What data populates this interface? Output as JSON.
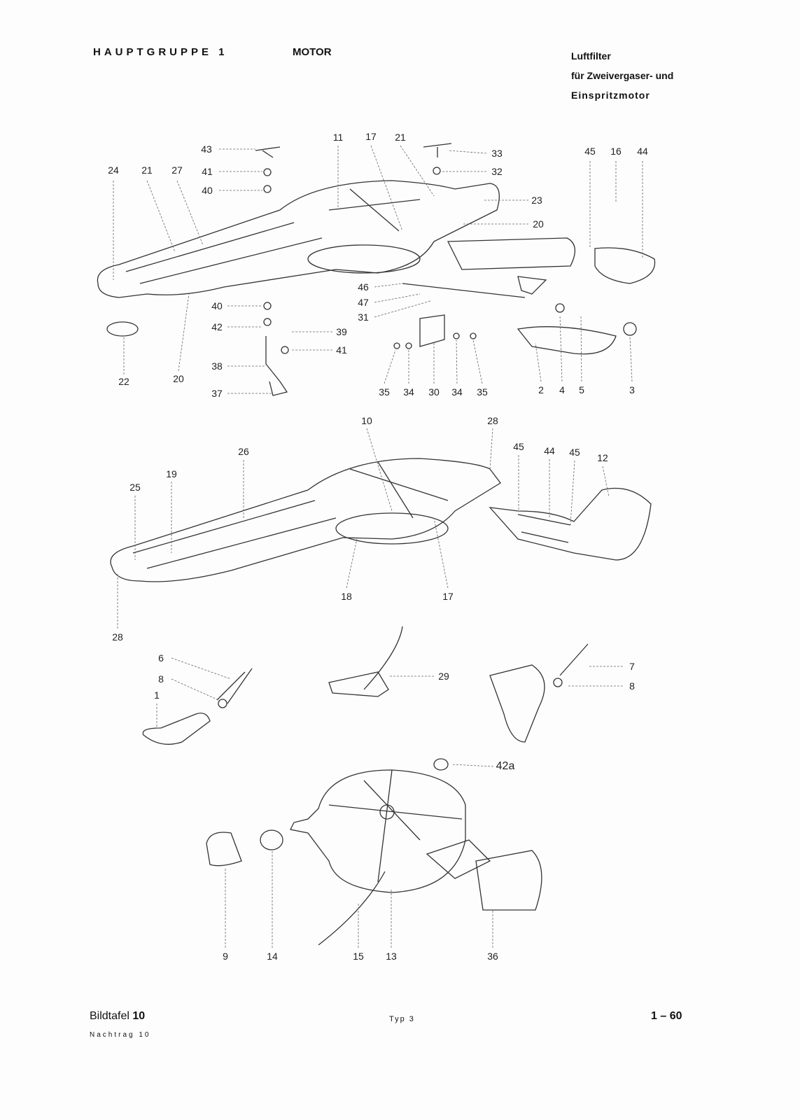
{
  "header": {
    "group": "HAUPTGRUPPE 1",
    "section": "MOTOR",
    "title_lines": [
      "Luftfilter",
      "für Zweivergaser- und",
      "Einspritzmotor"
    ]
  },
  "footer": {
    "plate_label": "Bildtafel",
    "plate_number": "10",
    "supplement": "Nachtrag   10",
    "type": "Typ 3",
    "page": "1 – 60"
  },
  "callouts": {
    "top": [
      "43",
      "41",
      "40",
      "24",
      "21",
      "27",
      "11",
      "17",
      "21",
      "33",
      "32",
      "23",
      "20",
      "45",
      "16",
      "44",
      "46",
      "47",
      "31",
      "40",
      "42",
      "39",
      "41",
      "38",
      "37",
      "22",
      "20",
      "35",
      "34",
      "30",
      "34",
      "35",
      "2",
      "4",
      "5",
      "3"
    ],
    "middle": [
      "10",
      "28",
      "26",
      "45",
      "44",
      "45",
      "12",
      "19",
      "25",
      "18",
      "17",
      "28"
    ],
    "lower": [
      "6",
      "8",
      "1",
      "29",
      "7",
      "8",
      "42a",
      "9",
      "14",
      "15",
      "13",
      "36"
    ]
  }
}
